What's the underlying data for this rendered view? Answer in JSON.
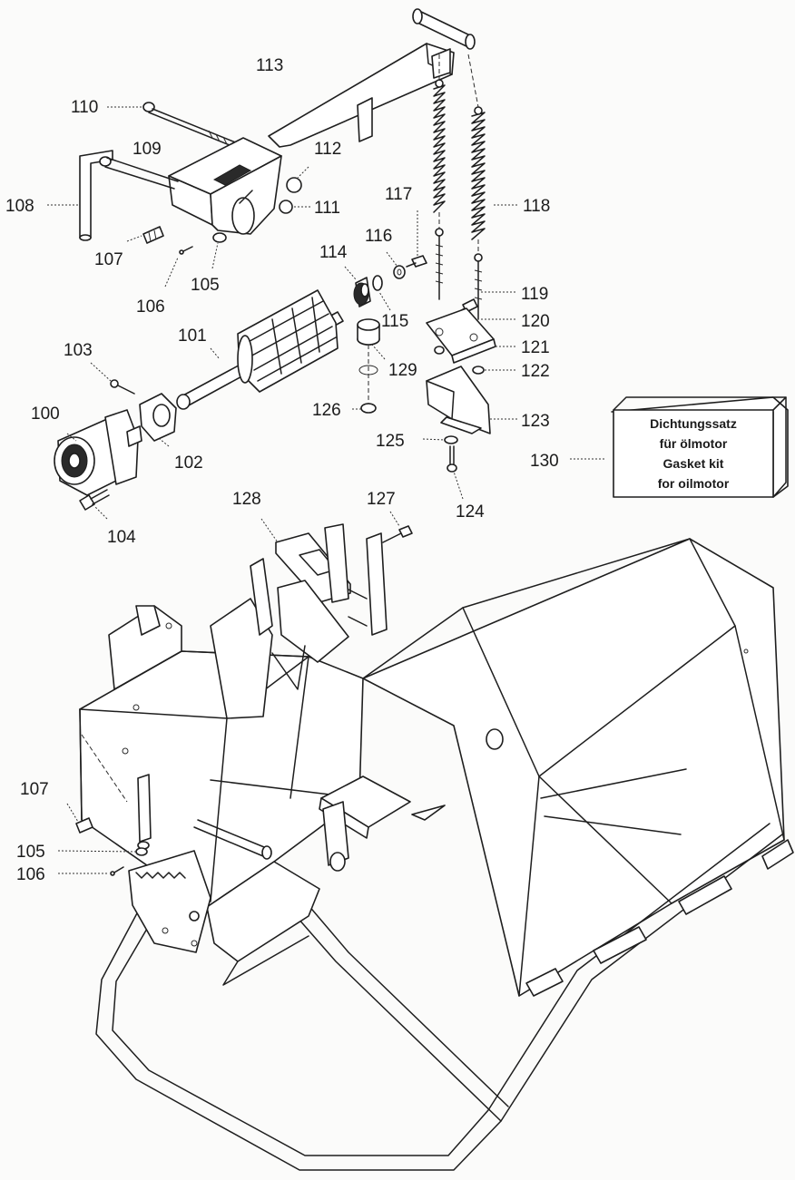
{
  "callouts": [
    {
      "id": "c110",
      "label": "110"
    },
    {
      "id": "c113",
      "label": "113"
    },
    {
      "id": "c109",
      "label": "109"
    },
    {
      "id": "c112",
      "label": "112"
    },
    {
      "id": "c108",
      "label": "108"
    },
    {
      "id": "c111",
      "label": "111"
    },
    {
      "id": "c117",
      "label": "117"
    },
    {
      "id": "c118",
      "label": "118"
    },
    {
      "id": "c107a",
      "label": "107"
    },
    {
      "id": "c106a",
      "label": "106"
    },
    {
      "id": "c105a",
      "label": "105"
    },
    {
      "id": "c114",
      "label": "114"
    },
    {
      "id": "c116",
      "label": "116"
    },
    {
      "id": "c119",
      "label": "119"
    },
    {
      "id": "c115",
      "label": "115"
    },
    {
      "id": "c120",
      "label": "120"
    },
    {
      "id": "c101",
      "label": "101"
    },
    {
      "id": "c121",
      "label": "121"
    },
    {
      "id": "c103",
      "label": "103"
    },
    {
      "id": "c129",
      "label": "129"
    },
    {
      "id": "c122",
      "label": "122"
    },
    {
      "id": "c100",
      "label": "100"
    },
    {
      "id": "c126",
      "label": "126"
    },
    {
      "id": "c123",
      "label": "123"
    },
    {
      "id": "c125",
      "label": "125"
    },
    {
      "id": "c102",
      "label": "102"
    },
    {
      "id": "c130",
      "label": "130"
    },
    {
      "id": "c124",
      "label": "124"
    },
    {
      "id": "c104",
      "label": "104"
    },
    {
      "id": "c128",
      "label": "128"
    },
    {
      "id": "c127",
      "label": "127"
    },
    {
      "id": "c107b",
      "label": "107"
    },
    {
      "id": "c105b",
      "label": "105"
    },
    {
      "id": "c106b",
      "label": "106"
    }
  ],
  "gasket_box": {
    "line1": "Dichtungssatz",
    "line2": "für ölmotor",
    "line3": "Gasket kit",
    "line4": "for oilmotor"
  }
}
